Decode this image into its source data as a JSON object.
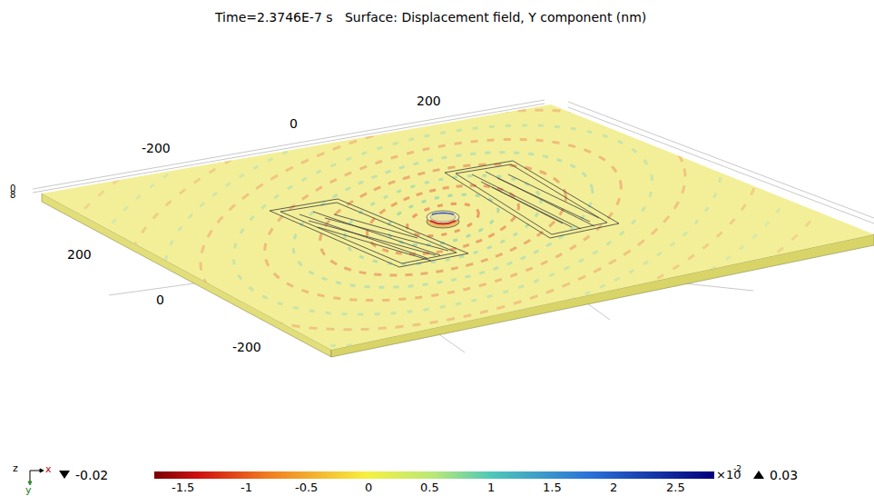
{
  "diagram": {
    "title": "Time=2.3746E-7 s   Surface: Displacement field, Y component (nm)",
    "labels": [
      "-200",
      "0",
      "200",
      "0",
      "8",
      "200",
      "0",
      "-200",
      "-0.02",
      "-1.5",
      "-1",
      "-0.5",
      "0",
      "0.5",
      "1",
      "1.5",
      "2",
      "2.5",
      "×10",
      "-2",
      "0.03",
      "z",
      "x",
      "y"
    ]
  }
}
